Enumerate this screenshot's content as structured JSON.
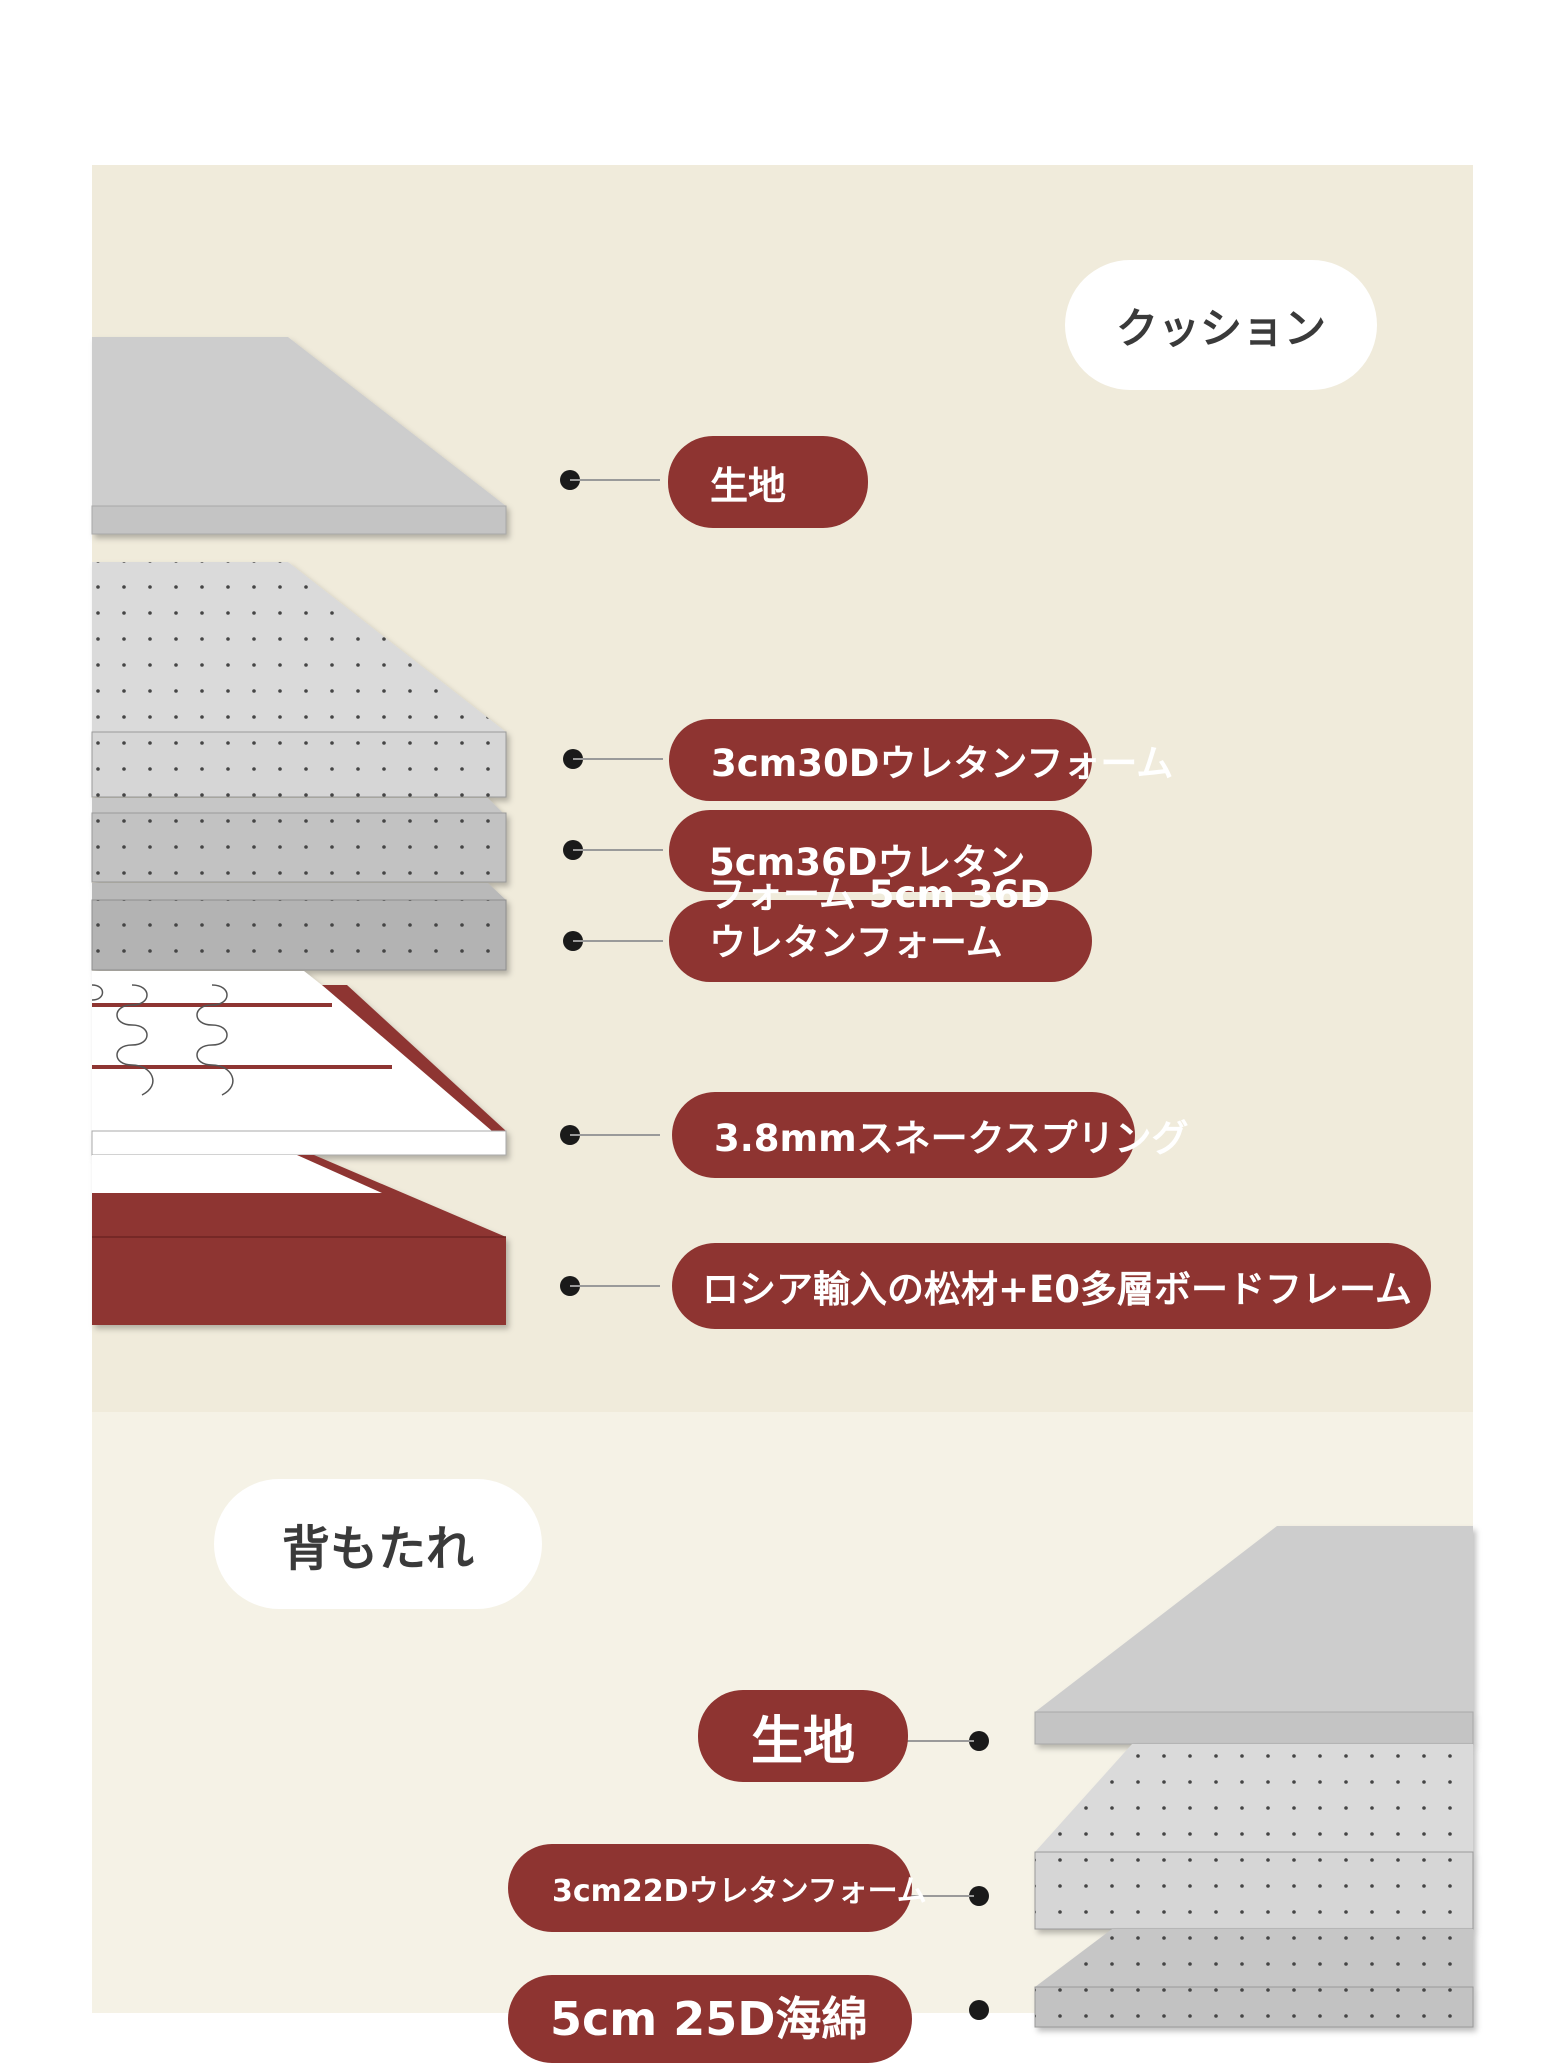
{
  "colors": {
    "cushion_bg": "#f0ebdb",
    "back_bg": "#f5f2e6",
    "pill": "#8e3431",
    "title_bg": "#ffffff",
    "title_text": "#3a3a3a",
    "fabric_gray": "#cdcdcd",
    "foam_light": "#dadada",
    "foam_mid": "#c4c4c4",
    "foam_dark": "#b3b3b3",
    "frame_red": "#8e3431"
  },
  "cushion": {
    "title": "クッション",
    "labels": {
      "fabric": "生地",
      "foam_3cm": "3cm30Dウレタンフォーム",
      "foam_5cm_a": "5cm36Dウレタン",
      "foam_5cm_b": "フォーム 5cm 36D",
      "foam_5cm_c": "ウレタンフォーム",
      "spring": "3.8mmスネークスプリング",
      "frame": "ロシア輸入の松材+E0多層ボードフレーム"
    }
  },
  "backrest": {
    "title": "背もたれ",
    "labels": {
      "fabric": "生地",
      "foam_3cm": "3cm22Dウレタンフォーム",
      "foam_5cm": "5cm 25D海綿"
    }
  }
}
